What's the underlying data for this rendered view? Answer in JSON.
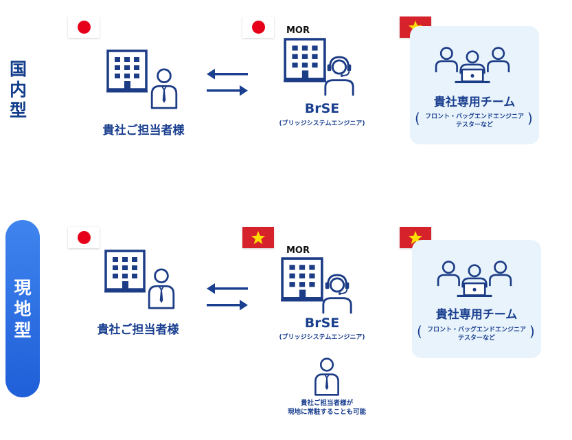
{
  "domestic": {
    "label": "国内型",
    "client_label": "貴社ご担当者様",
    "mor": "MOR",
    "brse": "BrSE",
    "brse_sub": "(ブリッジシステムエンジニア)",
    "team_title": "貴社専用チーム",
    "team_sub_line1": "フロント・バッグエンドエンジニア",
    "team_sub_line2": "テスターなど",
    "paren_open": "(",
    "paren_close": ")"
  },
  "onsite": {
    "label": "現地型",
    "client_label": "貴社ご担当者様",
    "mor": "MOR",
    "brse": "BrSE",
    "brse_sub": "(ブリッジシステムエンジニア)",
    "team_title": "貴社専用チーム",
    "team_sub_line1": "フロント・バッグエンドエンジニア",
    "team_sub_line2": "テスターなど",
    "paren_open": "(",
    "paren_close": ")",
    "note_line1": "貴社ご担当者様が",
    "note_line2": "現地に常駐することも可能"
  },
  "colors": {
    "navy": "#1a3f8f",
    "icon": "#1c3c86",
    "team_bg": "#e8f3fb",
    "pill": "#2e6fe3",
    "japan_red": "#e6001a",
    "vietnam_red": "#d6222a",
    "vietnam_star": "#ffde00"
  }
}
